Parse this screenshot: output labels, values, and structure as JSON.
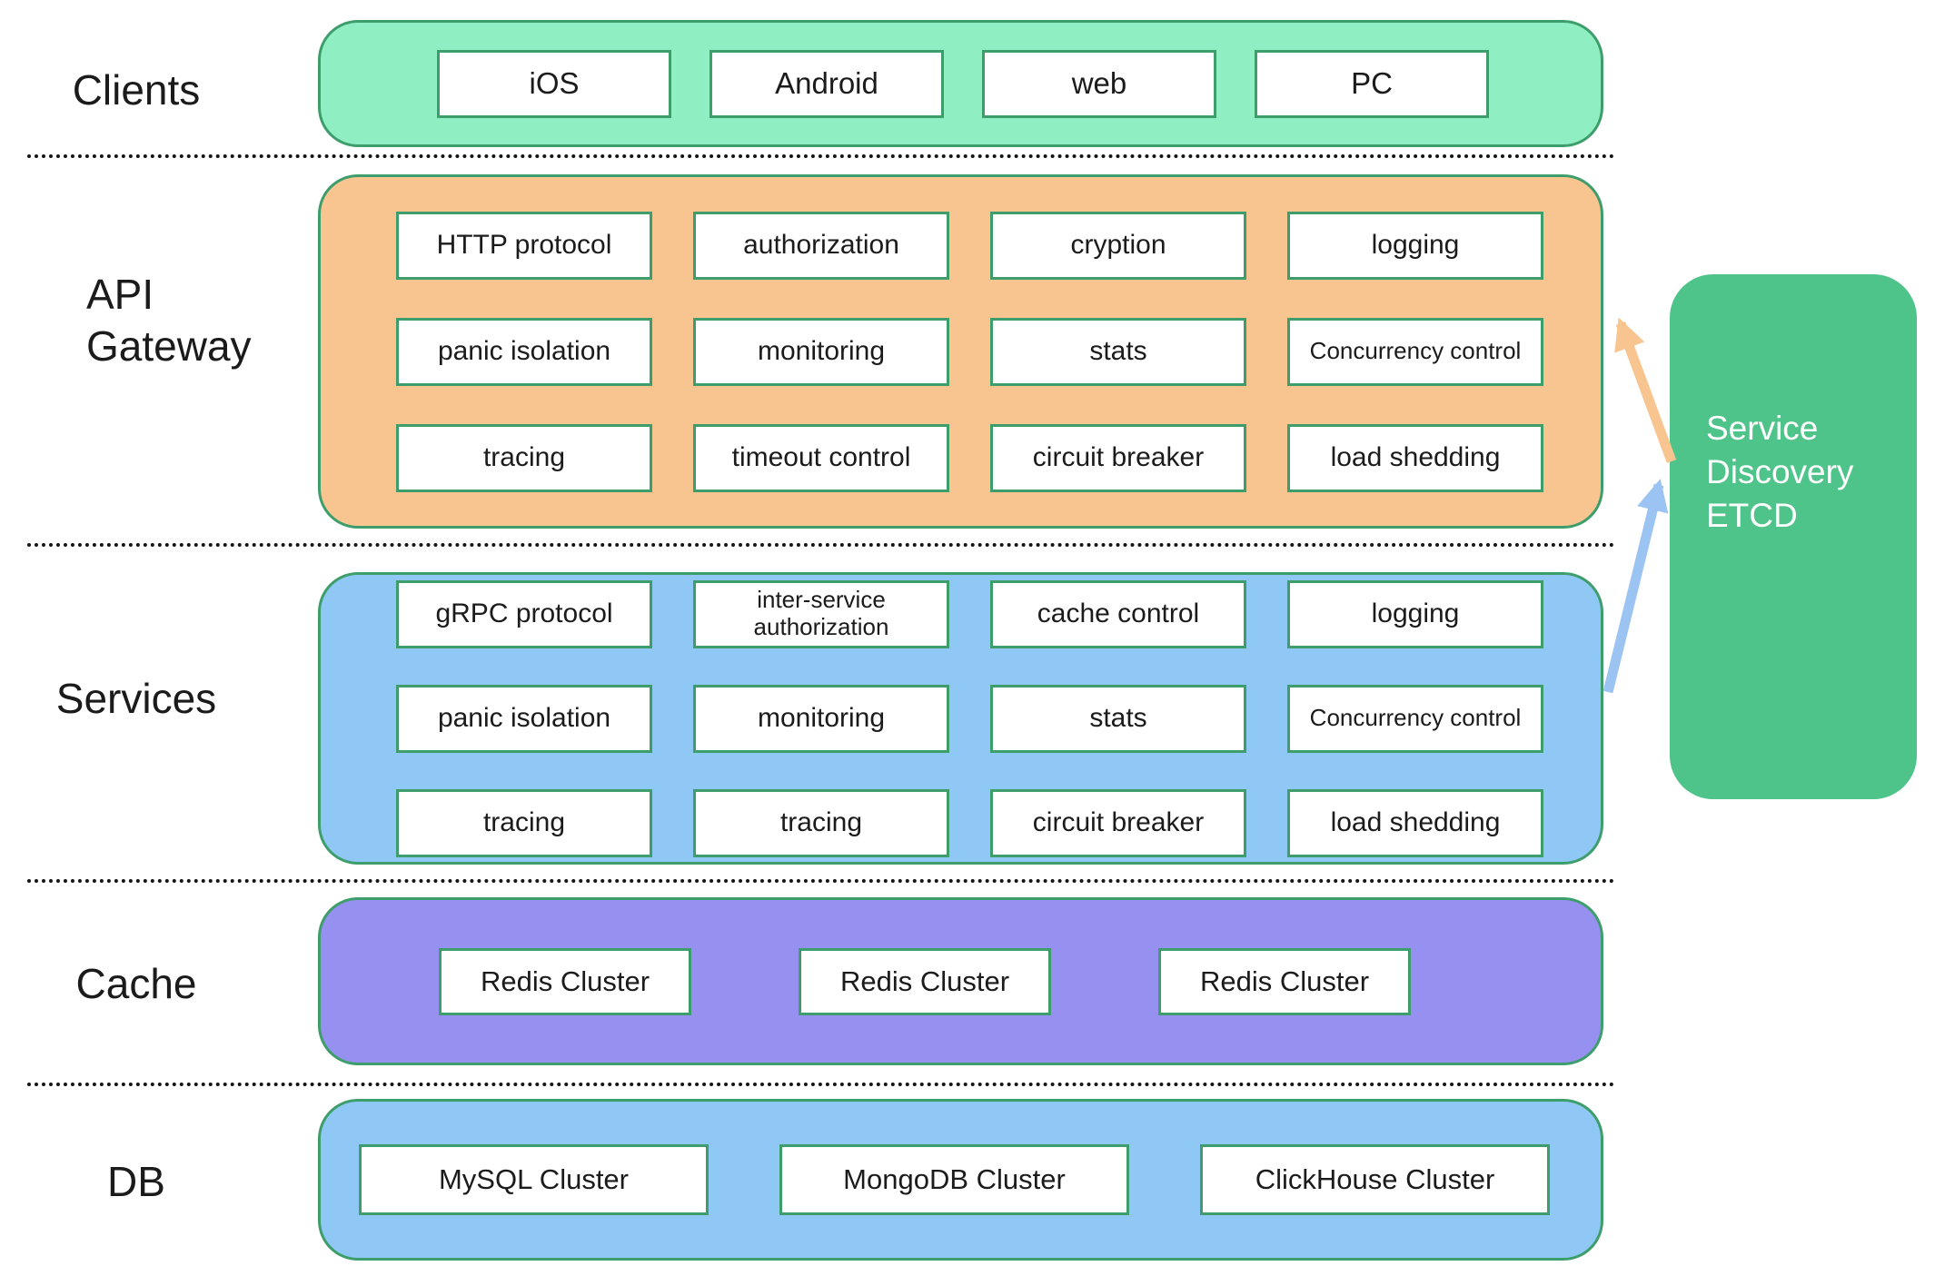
{
  "labels": {
    "clients": "Clients",
    "api_gateway_line1": "API",
    "api_gateway_line2": "Gateway",
    "services": "Services",
    "cache": "Cache",
    "db": "DB"
  },
  "layers": {
    "clients": {
      "items": [
        "iOS",
        "Android",
        "web",
        "PC"
      ]
    },
    "api_gateway": {
      "rows": [
        [
          "HTTP protocol",
          "authorization",
          "cryption",
          "logging"
        ],
        [
          "panic isolation",
          "monitoring",
          "stats",
          "Concurrency control"
        ],
        [
          "tracing",
          "timeout control",
          "circuit breaker",
          "load shedding"
        ]
      ]
    },
    "services": {
      "rows": [
        [
          "gRPC protocol",
          "inter-service authorization",
          "cache control",
          "logging"
        ],
        [
          "panic isolation",
          "monitoring",
          "stats",
          "Concurrency control"
        ],
        [
          "tracing",
          "tracing",
          "circuit breaker",
          "load shedding"
        ]
      ]
    },
    "cache": {
      "items": [
        "Redis Cluster",
        "Redis Cluster",
        "Redis Cluster"
      ]
    },
    "db": {
      "items": [
        "MySQL Cluster",
        "MongoDB Cluster",
        "ClickHouse Cluster"
      ]
    }
  },
  "etcd": {
    "lines": [
      "Service",
      "Discovery",
      "ETCD"
    ],
    "text": "Service Discovery ETCD"
  },
  "arrows": [
    {
      "name": "etcd-to-api-gateway",
      "color": "#F8C591",
      "from": "service-discovery-etcd",
      "to": "api-gateway"
    },
    {
      "name": "services-to-etcd",
      "color": "#9CC4F2",
      "from": "services",
      "to": "service-discovery-etcd"
    }
  ],
  "colors": {
    "mint": "#90EFC2",
    "orange": "#F8C591",
    "blue": "#90C8F5",
    "purple": "#9690F0",
    "etcd-green": "#4FC48A",
    "border-green": "#3E9E6B",
    "arrow-orange": "#F8C591",
    "arrow-blue": "#9CC4F2"
  }
}
